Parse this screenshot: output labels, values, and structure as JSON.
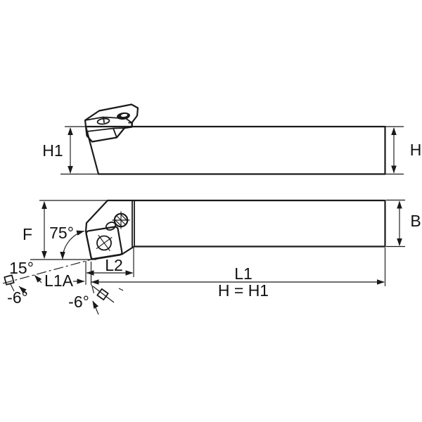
{
  "drawing": {
    "kind": "lathe-toolholder-dimension-drawing",
    "views": {
      "side_view": "upper profile view of toolholder shank with clamp head",
      "plan_view": "lower top view of toolholder with insert and clamp screw"
    }
  },
  "labels": {
    "h1": "H1",
    "h": "H",
    "f": "F",
    "angle75": "75°",
    "angle15": "15°",
    "l1a": "L1A",
    "neg6_left": "-6°",
    "neg6_right": "-6°",
    "l2": "L2",
    "l1": "L1",
    "h_eq_h1": "H = H1",
    "b": "B"
  },
  "colors": {
    "background": "#ffffff",
    "line": "#1a1a1a",
    "part_fill": "#d8d8d8"
  }
}
